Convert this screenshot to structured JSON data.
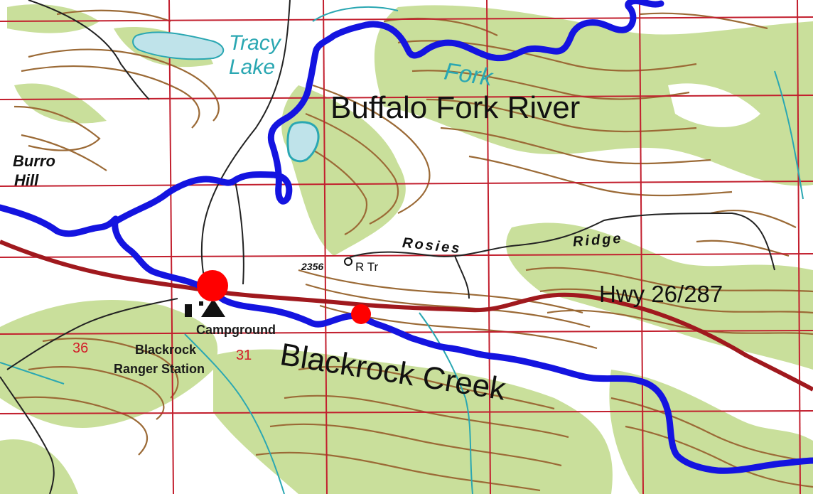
{
  "map": {
    "labels": {
      "river": "Buffalo Fork River",
      "creek": "Blackrock Creek",
      "highway": "Hwy 26/287",
      "lake": "Tracy Lake",
      "lake_line1": "Tracy",
      "lake_line2": "Lake",
      "fork": "Fork",
      "burro_line1": "Burro",
      "burro_line2": "Hill",
      "rosies": "Rosies",
      "ridge": "Ridge",
      "elevation": "2356",
      "trail": "R Tr",
      "campground": "Campground",
      "ranger_line1": "Blackrock",
      "ranger_line2": "Ranger Station",
      "section_36": "36",
      "section_31": "31"
    },
    "colors": {
      "vegetation": "#c9df9b",
      "contour": "#9b6a36",
      "grid": "#c21f2e",
      "highway": "#a0191e",
      "route": "#1414e0",
      "water": "#2aa7b2",
      "marker": "#ff0000"
    },
    "markers": [
      {
        "name": "trailhead-marker",
        "size": "large"
      },
      {
        "name": "waypoint-marker",
        "size": "small"
      }
    ]
  }
}
